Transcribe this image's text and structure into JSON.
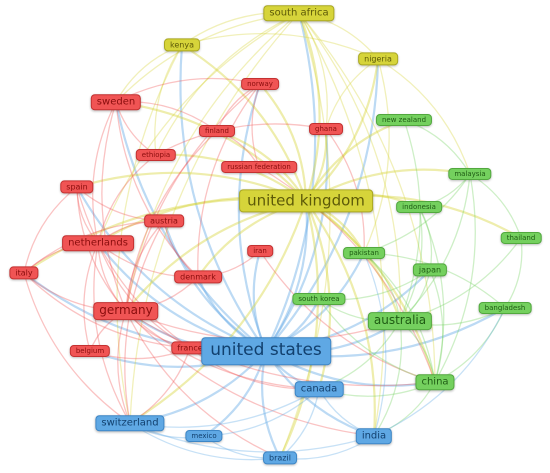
{
  "clusters": {
    "red": "#f05454",
    "yellow": "#d6d43a",
    "green": "#74d05e",
    "blue": "#5fa8e4"
  },
  "nodes": [
    {
      "id": "south-africa",
      "label": "south africa",
      "cluster": "yellow"
    },
    {
      "id": "kenya",
      "label": "kenya",
      "cluster": "yellow"
    },
    {
      "id": "nigeria",
      "label": "nigeria",
      "cluster": "yellow"
    },
    {
      "id": "united-kingdom",
      "label": "united kingdom",
      "cluster": "yellow"
    },
    {
      "id": "sweden",
      "label": "sweden",
      "cluster": "red"
    },
    {
      "id": "norway",
      "label": "norway",
      "cluster": "red"
    },
    {
      "id": "finland",
      "label": "finland",
      "cluster": "red"
    },
    {
      "id": "ghana",
      "label": "ghana",
      "cluster": "red"
    },
    {
      "id": "ethiopia",
      "label": "ethiopia",
      "cluster": "red"
    },
    {
      "id": "russian-federation",
      "label": "russian federation",
      "cluster": "red"
    },
    {
      "id": "spain",
      "label": "spain",
      "cluster": "red"
    },
    {
      "id": "austria",
      "label": "austria",
      "cluster": "red"
    },
    {
      "id": "netherlands",
      "label": "netherlands",
      "cluster": "red"
    },
    {
      "id": "italy",
      "label": "italy",
      "cluster": "red"
    },
    {
      "id": "iran",
      "label": "iran",
      "cluster": "red"
    },
    {
      "id": "denmark",
      "label": "denmark",
      "cluster": "red"
    },
    {
      "id": "germany",
      "label": "germany",
      "cluster": "red"
    },
    {
      "id": "belgium",
      "label": "belgium",
      "cluster": "red"
    },
    {
      "id": "france",
      "label": "france",
      "cluster": "red"
    },
    {
      "id": "new-zealand",
      "label": "new zealand",
      "cluster": "green"
    },
    {
      "id": "malaysia",
      "label": "malaysia",
      "cluster": "green"
    },
    {
      "id": "indonesia",
      "label": "indonesia",
      "cluster": "green"
    },
    {
      "id": "thailand",
      "label": "thailand",
      "cluster": "green"
    },
    {
      "id": "pakistan",
      "label": "pakistan",
      "cluster": "green"
    },
    {
      "id": "japan",
      "label": "japan",
      "cluster": "green"
    },
    {
      "id": "south-korea",
      "label": "south korea",
      "cluster": "green"
    },
    {
      "id": "bangladesh",
      "label": "bangladesh",
      "cluster": "green"
    },
    {
      "id": "australia",
      "label": "australia",
      "cluster": "green"
    },
    {
      "id": "china",
      "label": "china",
      "cluster": "green"
    },
    {
      "id": "united-states",
      "label": "united states",
      "cluster": "blue"
    },
    {
      "id": "canada",
      "label": "canada",
      "cluster": "blue"
    },
    {
      "id": "switzerland",
      "label": "switzerland",
      "cluster": "blue"
    },
    {
      "id": "mexico",
      "label": "mexico",
      "cluster": "blue"
    },
    {
      "id": "brazil",
      "label": "brazil",
      "cluster": "blue"
    },
    {
      "id": "india",
      "label": "india",
      "cluster": "blue"
    }
  ],
  "edges": [
    [
      "united-states",
      "united-kingdom"
    ],
    [
      "united-states",
      "germany"
    ],
    [
      "united-states",
      "australia"
    ],
    [
      "united-states",
      "canada"
    ],
    [
      "united-states",
      "switzerland"
    ],
    [
      "united-states",
      "china"
    ],
    [
      "united-states",
      "india"
    ],
    [
      "united-states",
      "brazil"
    ],
    [
      "united-states",
      "mexico"
    ],
    [
      "united-states",
      "france"
    ],
    [
      "united-states",
      "netherlands"
    ],
    [
      "united-states",
      "italy"
    ],
    [
      "united-states",
      "spain"
    ],
    [
      "united-states",
      "sweden"
    ],
    [
      "united-states",
      "south-africa"
    ],
    [
      "united-states",
      "japan"
    ],
    [
      "united-states",
      "denmark"
    ],
    [
      "united-states",
      "belgium"
    ],
    [
      "united-states",
      "austria"
    ],
    [
      "united-states",
      "kenya"
    ],
    [
      "united-states",
      "nigeria"
    ],
    [
      "united-states",
      "pakistan"
    ],
    [
      "united-states",
      "south-korea"
    ],
    [
      "united-states",
      "bangladesh"
    ],
    [
      "united-states",
      "ghana"
    ],
    [
      "united-states",
      "iran"
    ],
    [
      "united-states",
      "norway"
    ],
    [
      "united-kingdom",
      "germany"
    ],
    [
      "united-kingdom",
      "australia"
    ],
    [
      "united-kingdom",
      "south-africa"
    ],
    [
      "united-kingdom",
      "kenya"
    ],
    [
      "united-kingdom",
      "nigeria"
    ],
    [
      "united-kingdom",
      "netherlands"
    ],
    [
      "united-kingdom",
      "sweden"
    ],
    [
      "united-kingdom",
      "canada"
    ],
    [
      "united-kingdom",
      "india"
    ],
    [
      "united-kingdom",
      "china"
    ],
    [
      "united-kingdom",
      "switzerland"
    ],
    [
      "united-kingdom",
      "italy"
    ],
    [
      "united-kingdom",
      "spain"
    ],
    [
      "united-kingdom",
      "ghana"
    ],
    [
      "united-kingdom",
      "ethiopia"
    ],
    [
      "united-kingdom",
      "pakistan"
    ],
    [
      "united-kingdom",
      "malaysia"
    ],
    [
      "united-kingdom",
      "new-zealand"
    ],
    [
      "united-kingdom",
      "finland"
    ],
    [
      "united-kingdom",
      "norway"
    ],
    [
      "united-kingdom",
      "denmark"
    ],
    [
      "united-kingdom",
      "thailand"
    ],
    [
      "united-kingdom",
      "indonesia"
    ],
    [
      "united-kingdom",
      "brazil"
    ],
    [
      "south-africa",
      "kenya"
    ],
    [
      "south-africa",
      "nigeria"
    ],
    [
      "south-africa",
      "ghana"
    ],
    [
      "south-africa",
      "ethiopia"
    ],
    [
      "south-africa",
      "australia"
    ],
    [
      "south-africa",
      "switzerland"
    ],
    [
      "south-africa",
      "germany"
    ],
    [
      "south-africa",
      "sweden"
    ],
    [
      "south-africa",
      "netherlands"
    ],
    [
      "south-africa",
      "india"
    ],
    [
      "south-africa",
      "china"
    ],
    [
      "south-africa",
      "brazil"
    ],
    [
      "kenya",
      "nigeria"
    ],
    [
      "kenya",
      "ethiopia"
    ],
    [
      "kenya",
      "sweden"
    ],
    [
      "kenya",
      "switzerland"
    ],
    [
      "nigeria",
      "ghana"
    ],
    [
      "nigeria",
      "pakistan"
    ],
    [
      "nigeria",
      "malaysia"
    ],
    [
      "germany",
      "netherlands"
    ],
    [
      "germany",
      "italy"
    ],
    [
      "germany",
      "spain"
    ],
    [
      "germany",
      "france"
    ],
    [
      "germany",
      "austria"
    ],
    [
      "germany",
      "switzerland"
    ],
    [
      "germany",
      "sweden"
    ],
    [
      "germany",
      "belgium"
    ],
    [
      "germany",
      "denmark"
    ],
    [
      "germany",
      "norway"
    ],
    [
      "germany",
      "finland"
    ],
    [
      "germany",
      "china"
    ],
    [
      "germany",
      "australia"
    ],
    [
      "germany",
      "canada"
    ],
    [
      "germany",
      "brazil"
    ],
    [
      "germany",
      "india"
    ],
    [
      "netherlands",
      "italy"
    ],
    [
      "netherlands",
      "spain"
    ],
    [
      "netherlands",
      "belgium"
    ],
    [
      "netherlands",
      "sweden"
    ],
    [
      "netherlands",
      "switzerland"
    ],
    [
      "netherlands",
      "denmark"
    ],
    [
      "netherlands",
      "austria"
    ],
    [
      "netherlands",
      "france"
    ],
    [
      "netherlands",
      "ethiopia"
    ],
    [
      "italy",
      "spain"
    ],
    [
      "italy",
      "france"
    ],
    [
      "italy",
      "switzerland"
    ],
    [
      "italy",
      "austria"
    ],
    [
      "sweden",
      "norway"
    ],
    [
      "sweden",
      "finland"
    ],
    [
      "sweden",
      "denmark"
    ],
    [
      "sweden",
      "ethiopia"
    ],
    [
      "norway",
      "finland"
    ],
    [
      "norway",
      "denmark"
    ],
    [
      "spain",
      "france"
    ],
    [
      "spain",
      "austria"
    ],
    [
      "france",
      "belgium"
    ],
    [
      "france",
      "switzerland"
    ],
    [
      "france",
      "canada"
    ],
    [
      "austria",
      "switzerland"
    ],
    [
      "austria",
      "denmark"
    ],
    [
      "iran",
      "denmark"
    ],
    [
      "iran",
      "china"
    ],
    [
      "russian-federation",
      "finland"
    ],
    [
      "russian-federation",
      "norway"
    ],
    [
      "russian-federation",
      "china"
    ],
    [
      "ghana",
      "ethiopia"
    ],
    [
      "ghana",
      "pakistan"
    ],
    [
      "australia",
      "china"
    ],
    [
      "australia",
      "new-zealand"
    ],
    [
      "australia",
      "malaysia"
    ],
    [
      "australia",
      "indonesia"
    ],
    [
      "australia",
      "thailand"
    ],
    [
      "australia",
      "pakistan"
    ],
    [
      "australia",
      "japan"
    ],
    [
      "australia",
      "bangladesh"
    ],
    [
      "australia",
      "south-korea"
    ],
    [
      "australia",
      "canada"
    ],
    [
      "australia",
      "india"
    ],
    [
      "china",
      "japan"
    ],
    [
      "china",
      "malaysia"
    ],
    [
      "china",
      "bangladesh"
    ],
    [
      "china",
      "pakistan"
    ],
    [
      "china",
      "south-korea"
    ],
    [
      "china",
      "india"
    ],
    [
      "china",
      "canada"
    ],
    [
      "china",
      "indonesia"
    ],
    [
      "malaysia",
      "indonesia"
    ],
    [
      "malaysia",
      "thailand"
    ],
    [
      "malaysia",
      "pakistan"
    ],
    [
      "thailand",
      "bangladesh"
    ],
    [
      "indonesia",
      "japan"
    ],
    [
      "pakistan",
      "bangladesh"
    ],
    [
      "japan",
      "south-korea"
    ],
    [
      "new-zealand",
      "malaysia"
    ],
    [
      "canada",
      "switzerland"
    ],
    [
      "canada",
      "brazil"
    ],
    [
      "canada",
      "india"
    ],
    [
      "canada",
      "mexico"
    ],
    [
      "switzerland",
      "brazil"
    ],
    [
      "switzerland",
      "mexico"
    ],
    [
      "switzerland",
      "india"
    ],
    [
      "brazil",
      "india"
    ],
    [
      "brazil",
      "mexico"
    ],
    [
      "india",
      "bangladesh"
    ],
    [
      "india",
      "pakistan"
    ]
  ]
}
